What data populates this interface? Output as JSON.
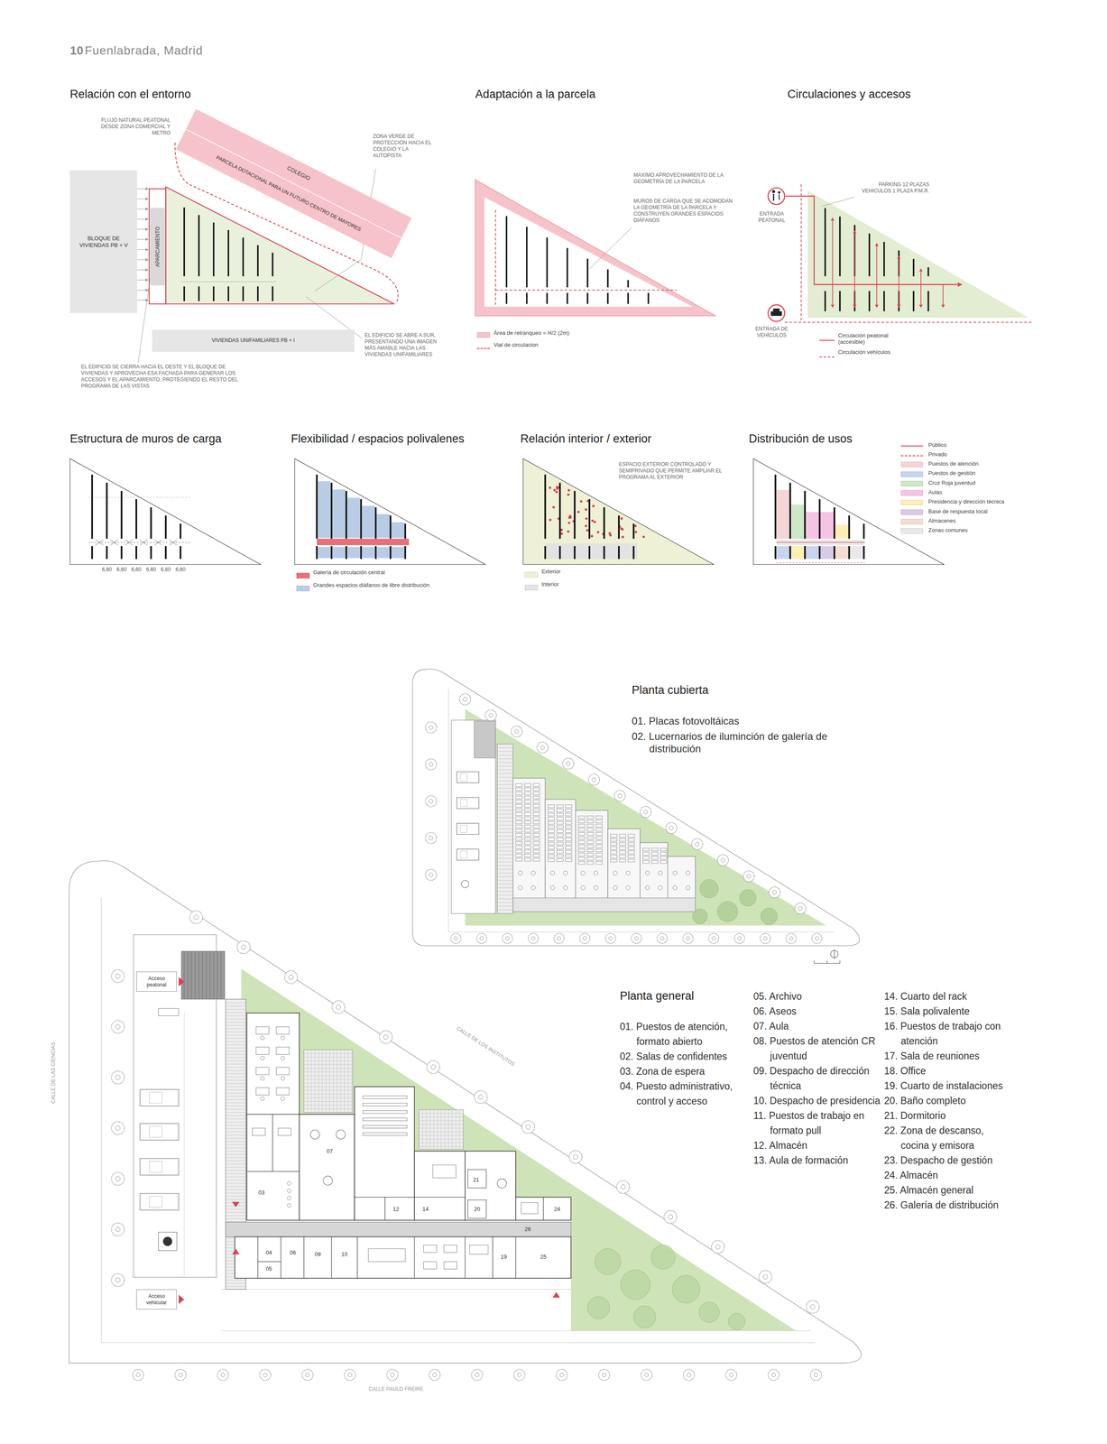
{
  "diagram": {
    "title": "Fuenlabrada, Madrid",
    "nodes": [
      {
        "text": [
          "BLOQUE DE VIVIENDAS PB + V"
        ]
      },
      {
        "text": [
          "APARCAMIENTO"
        ]
      },
      {
        "text": [
          "COLEGIO"
        ]
      },
      {
        "text": [
          "PARCELA DOTACIONAL PARA UN FUTURO CENTRO DE MAYORES"
        ]
      },
      {
        "text": [
          "VIVIENDAS UNIFAMILIARES PB + I"
        ]
      },
      {
        "text": [
          "Acceso peatonal"
        ]
      },
      {
        "text": [
          "Acceso vehicular"
        ]
      }
    ],
    "labels": [
      "10",
      "Relación con el entorno",
      "FLUJO NATURAL PEATONAL DESDE ZONA COMERCIAL Y METRO",
      "ZONA VERDE DE PROTECCIÓN HACIA EL COLEGIO Y LA AUTOPISTA",
      "EL EDIFICIO SE ABRE A SUR, PRESENTANDO UNA IMAGEN MÁS AMABLE HACIA LAS VIVIENDAS UNIFAMILIARES",
      "EL EDIFICIO SE CIERRA HACIA EL OESTE Y EL BLOQUE DE VIVIENDAS Y APROVECHA ESA FACHADA PARA GENERAR LOS ACCESOS Y EL APARCAMIENTO, PROTEGIENDO EL RESTO DEL PROGRAMA DE LAS VISTAS",
      "Adaptación a la parcela",
      "MÁXIMO APROVECHAMIENTO DE LA GEOMETRÍA DE LA PARCELA",
      "MUROS DE CARGA QUE SE ACOMODAN LA GEOMETRÍA DE LA PARCELA Y CONSTRUYEN GRANDES ESPACIOS DIÁFANOS",
      "Circulaciones y accesos",
      "PARKING 12 PLAZAS VEHICULOS 1 PLAZA P.M.R.",
      "ENTRADA PEATONAL",
      "ENTRADA DE VEHÍCULOS",
      "Estructura de muros de carga",
      "6,60",
      "6,60",
      "6,60",
      "6,60",
      "6,60",
      "6,60",
      "Flexibilidad / espacios polivalenes",
      "Relación interior / exterior",
      "ESPACIO EXTERIOR CONTROLADO Y SEMIPRIVADO QUE PERMITE AMPLIAR EL PROGRAMA AL EXTERIOR",
      "Distribución de usos",
      "Planta cubierta",
      "01. Placas fotovoltáicas",
      "02. Lucernarios de iluminción de galería de distribución",
      "Planta general",
      "01. Puestos de atención, formato abierto",
      "02. Salas de confidentes",
      "03. Zona de espera",
      "04. Puesto administrativo, control y acceso",
      "05. Archivo",
      "06. Aseos",
      "07. Aula",
      "08. Puestos de atención CR juventud",
      "09. Despacho de dirección técnica",
      "10. Despacho de presidencia",
      "11. Puestos de trabajo en formato pull",
      "12. Almacén",
      "13. Aula de formación",
      "14. Cuarto del rack",
      "15. Sala polivalente",
      "16. Puestos de trabajo con atención",
      "17. Sala de reuniones",
      "18. Office",
      "19. Cuarto de instalaciones",
      "20. Baño completo",
      "21. Dormitorio",
      "22. Zona de descanso, cocina y emisora",
      "23. Despacho de gestión",
      "24. Almacén",
      "25. Almacén general",
      "26. Galería de distribución",
      "CALLE DE LAS CIENCIAS",
      "CALLE DE LOS INSTITUTOS",
      "CALLE PAULO FREIRE",
      "07",
      "03",
      "12",
      "14",
      "21",
      "20",
      "24",
      "26",
      "04",
      "06",
      "05",
      "09",
      "10",
      "19",
      "25"
    ],
    "legend": [
      {
        "text": "Área de retranqueo = H/2 (2m)",
        "color": "#f6c3ca"
      },
      {
        "text": "Vial de circulacion"
      },
      {
        "text": "Circulación peatonal (accesible)"
      },
      {
        "text": "Circulación vehículos"
      },
      {
        "text": "Galería de circulación central",
        "color": "#e8707a"
      },
      {
        "text": "Grandes espacios diáfanos de libre distribución",
        "color": "#b8cce6"
      },
      {
        "text": "Exterior",
        "color": "#eef1d6"
      },
      {
        "text": "Interior",
        "color": "#e3e3e3"
      },
      {
        "text": "Público"
      },
      {
        "text": "Privado"
      },
      {
        "text": "Puestos de atención",
        "color": "#f4d5d8"
      },
      {
        "text": "Puestos de gestión",
        "color": "#c8d5ee"
      },
      {
        "text": "Cruz Roja juventud",
        "color": "#cce8c6"
      },
      {
        "text": "Aulas",
        "color": "#f7c3e4"
      },
      {
        "text": "Presidencia y dirección técnica",
        "color": "#fbefb4"
      },
      {
        "text": "Base de respuesta local",
        "color": "#d8cbe5"
      },
      {
        "text": "Almacenes",
        "color": "#f3ddd0"
      },
      {
        "text": "Zonas comunes",
        "color": "#e9e9e9"
      }
    ]
  }
}
